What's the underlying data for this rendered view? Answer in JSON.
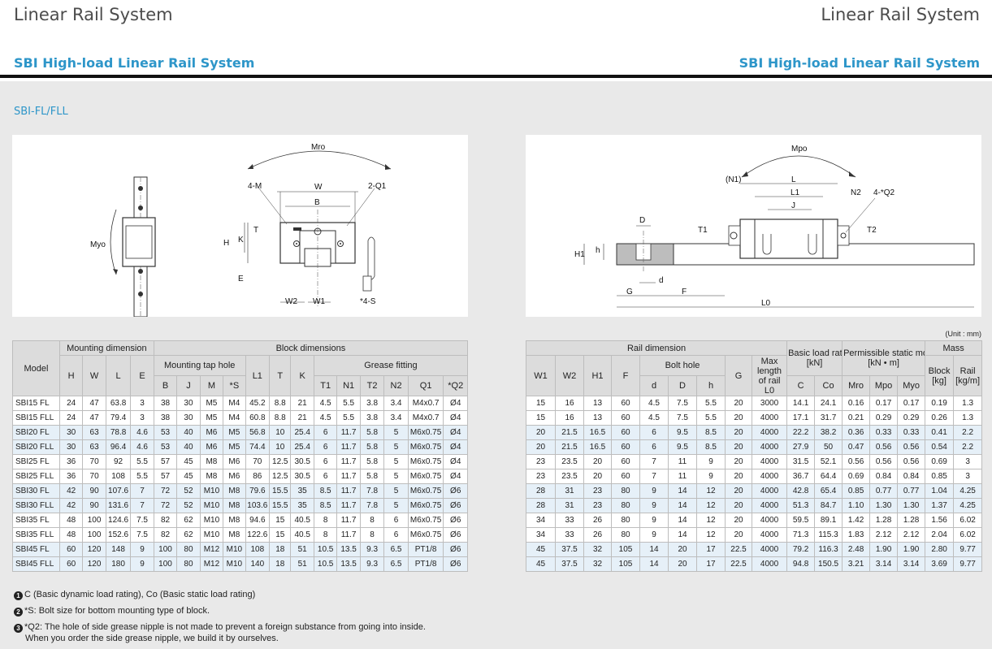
{
  "header": {
    "title_left": "Linear Rail System",
    "title_right": "Linear Rail System",
    "subtitle_left": "SBI High-load Linear Rail System",
    "subtitle_right": "SBI High-load Linear Rail System"
  },
  "section": {
    "model_series": "SBI-FL/FLL"
  },
  "drawing_left": {
    "myo": "Myo",
    "mro": "Mro",
    "four_m": "4-M",
    "two_q1": "2-Q1",
    "w": "W",
    "b": "B",
    "h": "H",
    "k": "K",
    "t": "T",
    "e": "E",
    "w2": "W2",
    "w1": "W1",
    "four_s": "*4-S"
  },
  "drawing_right": {
    "mpo": "Mpo",
    "n1": "(N1)",
    "l": "L",
    "l1": "L1",
    "j": "J",
    "n2": "N2",
    "four_q2": "4-*Q2",
    "d_cap": "D",
    "t1": "T1",
    "t2": "T2",
    "h1": "H1",
    "h_small": "h",
    "d_small": "d",
    "g": "G",
    "f": "F",
    "l0": "L0"
  },
  "units_note": "(Unit : mm)",
  "left_table": {
    "group_headers": {
      "model": "Model",
      "mounting_dimension": "Mounting dimension",
      "block_dimensions": "Block dimensions",
      "mounting_tap_hole": "Mounting tap hole",
      "grease_fitting": "Grease fitting"
    },
    "columns": {
      "H": "H",
      "W": "W",
      "L": "L",
      "E": "E",
      "B": "B",
      "J": "J",
      "M": "M",
      "S": "*S",
      "L1": "L1",
      "T": "T",
      "K": "K",
      "T1": "T1",
      "N1": "N1",
      "T2": "T2",
      "N2": "N2",
      "Q1": "Q1",
      "Q2": "*Q2"
    },
    "rows": [
      [
        "SBI15 FL",
        "24",
        "47",
        "63.8",
        "3",
        "38",
        "30",
        "M5",
        "M4",
        "45.2",
        "8.8",
        "21",
        "4.5",
        "5.5",
        "3.8",
        "3.4",
        "M4x0.7",
        "Ø4"
      ],
      [
        "SBI15 FLL",
        "24",
        "47",
        "79.4",
        "3",
        "38",
        "30",
        "M5",
        "M4",
        "60.8",
        "8.8",
        "21",
        "4.5",
        "5.5",
        "3.8",
        "3.4",
        "M4x0.7",
        "Ø4"
      ],
      [
        "SBI20 FL",
        "30",
        "63",
        "78.8",
        "4.6",
        "53",
        "40",
        "M6",
        "M5",
        "56.8",
        "10",
        "25.4",
        "6",
        "11.7",
        "5.8",
        "5",
        "M6x0.75",
        "Ø4"
      ],
      [
        "SBI20 FLL",
        "30",
        "63",
        "96.4",
        "4.6",
        "53",
        "40",
        "M6",
        "M5",
        "74.4",
        "10",
        "25.4",
        "6",
        "11.7",
        "5.8",
        "5",
        "M6x0.75",
        "Ø4"
      ],
      [
        "SBI25 FL",
        "36",
        "70",
        "92",
        "5.5",
        "57",
        "45",
        "M8",
        "M6",
        "70",
        "12.5",
        "30.5",
        "6",
        "11.7",
        "5.8",
        "5",
        "M6x0.75",
        "Ø4"
      ],
      [
        "SBI25 FLL",
        "36",
        "70",
        "108",
        "5.5",
        "57",
        "45",
        "M8",
        "M6",
        "86",
        "12.5",
        "30.5",
        "6",
        "11.7",
        "5.8",
        "5",
        "M6x0.75",
        "Ø4"
      ],
      [
        "SBI30 FL",
        "42",
        "90",
        "107.6",
        "7",
        "72",
        "52",
        "M10",
        "M8",
        "79.6",
        "15.5",
        "35",
        "8.5",
        "11.7",
        "7.8",
        "5",
        "M6x0.75",
        "Ø6"
      ],
      [
        "SBI30 FLL",
        "42",
        "90",
        "131.6",
        "7",
        "72",
        "52",
        "M10",
        "M8",
        "103.6",
        "15.5",
        "35",
        "8.5",
        "11.7",
        "7.8",
        "5",
        "M6x0.75",
        "Ø6"
      ],
      [
        "SBI35 FL",
        "48",
        "100",
        "124.6",
        "7.5",
        "82",
        "62",
        "M10",
        "M8",
        "94.6",
        "15",
        "40.5",
        "8",
        "11.7",
        "8",
        "6",
        "M6x0.75",
        "Ø6"
      ],
      [
        "SBI35 FLL",
        "48",
        "100",
        "152.6",
        "7.5",
        "82",
        "62",
        "M10",
        "M8",
        "122.6",
        "15",
        "40.5",
        "8",
        "11.7",
        "8",
        "6",
        "M6x0.75",
        "Ø6"
      ],
      [
        "SBI45 FL",
        "60",
        "120",
        "148",
        "9",
        "100",
        "80",
        "M12",
        "M10",
        "108",
        "18",
        "51",
        "10.5",
        "13.5",
        "9.3",
        "6.5",
        "PT1/8",
        "Ø6"
      ],
      [
        "SBI45 FLL",
        "60",
        "120",
        "180",
        "9",
        "100",
        "80",
        "M12",
        "M10",
        "140",
        "18",
        "51",
        "10.5",
        "13.5",
        "9.3",
        "6.5",
        "PT1/8",
        "Ø6"
      ]
    ]
  },
  "right_table": {
    "group_headers": {
      "rail_dimension": "Rail dimension",
      "bolt_hole": "Bolt hole",
      "max_length": "Max length of rail",
      "basic_load": "Basic load rating",
      "basic_load_unit": "[kN]",
      "permissible": "Permissible static moment",
      "permissible_unit": "[kN • m]",
      "mass": "Mass"
    },
    "columns": {
      "W1": "W1",
      "W2": "W2",
      "H1": "H1",
      "F": "F",
      "d": "d",
      "D": "D",
      "h": "h",
      "G": "G",
      "L0": "L0",
      "C": "C",
      "Co": "Co",
      "Mro": "Mro",
      "Mpo": "Mpo",
      "Myo": "Myo",
      "block": "Block",
      "block_unit": "[kg]",
      "rail": "Rail",
      "rail_unit": "[kg/m]"
    },
    "rows": [
      [
        "15",
        "16",
        "13",
        "60",
        "4.5",
        "7.5",
        "5.5",
        "20",
        "3000",
        "14.1",
        "24.1",
        "0.16",
        "0.17",
        "0.17",
        "0.19",
        "1.3"
      ],
      [
        "15",
        "16",
        "13",
        "60",
        "4.5",
        "7.5",
        "5.5",
        "20",
        "4000",
        "17.1",
        "31.7",
        "0.21",
        "0.29",
        "0.29",
        "0.26",
        "1.3"
      ],
      [
        "20",
        "21.5",
        "16.5",
        "60",
        "6",
        "9.5",
        "8.5",
        "20",
        "4000",
        "22.2",
        "38.2",
        "0.36",
        "0.33",
        "0.33",
        "0.41",
        "2.2"
      ],
      [
        "20",
        "21.5",
        "16.5",
        "60",
        "6",
        "9.5",
        "8.5",
        "20",
        "4000",
        "27.9",
        "50",
        "0.47",
        "0.56",
        "0.56",
        "0.54",
        "2.2"
      ],
      [
        "23",
        "23.5",
        "20",
        "60",
        "7",
        "11",
        "9",
        "20",
        "4000",
        "31.5",
        "52.1",
        "0.56",
        "0.56",
        "0.56",
        "0.69",
        "3"
      ],
      [
        "23",
        "23.5",
        "20",
        "60",
        "7",
        "11",
        "9",
        "20",
        "4000",
        "36.7",
        "64.4",
        "0.69",
        "0.84",
        "0.84",
        "0.85",
        "3"
      ],
      [
        "28",
        "31",
        "23",
        "80",
        "9",
        "14",
        "12",
        "20",
        "4000",
        "42.8",
        "65.4",
        "0.85",
        "0.77",
        "0.77",
        "1.04",
        "4.25"
      ],
      [
        "28",
        "31",
        "23",
        "80",
        "9",
        "14",
        "12",
        "20",
        "4000",
        "51.3",
        "84.7",
        "1.10",
        "1.30",
        "1.30",
        "1.37",
        "4.25"
      ],
      [
        "34",
        "33",
        "26",
        "80",
        "9",
        "14",
        "12",
        "20",
        "4000",
        "59.5",
        "89.1",
        "1.42",
        "1.28",
        "1.28",
        "1.56",
        "6.02"
      ],
      [
        "34",
        "33",
        "26",
        "80",
        "9",
        "14",
        "12",
        "20",
        "4000",
        "71.3",
        "115.3",
        "1.83",
        "2.12",
        "2.12",
        "2.04",
        "6.02"
      ],
      [
        "45",
        "37.5",
        "32",
        "105",
        "14",
        "20",
        "17",
        "22.5",
        "4000",
        "79.2",
        "116.3",
        "2.48",
        "1.90",
        "1.90",
        "2.80",
        "9.77"
      ],
      [
        "45",
        "37.5",
        "32",
        "105",
        "14",
        "20",
        "17",
        "22.5",
        "4000",
        "94.8",
        "150.5",
        "3.21",
        "3.14",
        "3.14",
        "3.69",
        "9.77"
      ]
    ]
  },
  "notes": {
    "n1_marker": "1",
    "n1": "C (Basic dynamic load rating), Co (Basic static load rating)",
    "n2_marker": "2",
    "n2": "*S: Bolt size for bottom mounting type of block.",
    "n3_marker": "3",
    "n3": "*Q2: The hole of side grease nipple is not made to prevent a foreign substance from going into inside.",
    "n3b": "When you order the side grease nipple, we build it by ourselves."
  }
}
